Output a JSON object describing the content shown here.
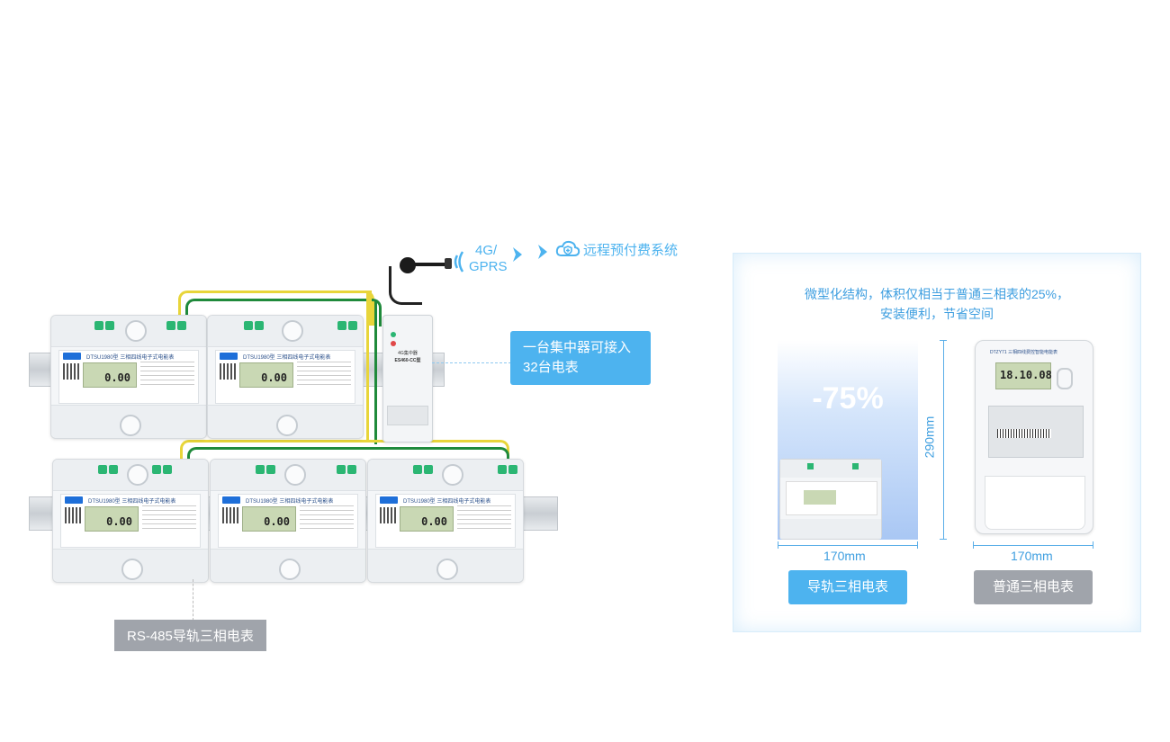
{
  "comm": {
    "signal_line1": "4G/",
    "signal_line2": "GPRS",
    "cloud_label": "远程预付费系统"
  },
  "concentrator": {
    "model": "4G集中器",
    "model_code": "ES460-CC型"
  },
  "callout_text_line1": "一台集中器可接入",
  "callout_text_line2": "32台电表",
  "bottom_tag": "RS-485导轨三相电表",
  "meters": [
    {
      "model": "DTSU1980型 三相四线电子式电能表",
      "display": "0.00"
    },
    {
      "model": "DTSU1980型 三相四线电子式电能表",
      "display": "0.00"
    },
    {
      "model": "DTSU1980型 三相四线电子式电能表",
      "display": "0.00"
    },
    {
      "model": "DTSU1980型 三相四线电子式电能表",
      "display": "0.00"
    },
    {
      "model": "DTSU1980型 三相四线电子式电能表",
      "display": "0.00"
    }
  ],
  "compare": {
    "desc_line1": "微型化结构，体积仅相当于普通三相表的25%，",
    "desc_line2": "安装便利，节省空间",
    "reduction": "-75%",
    "height_dim": "290mm",
    "width_dim_left": "170mm",
    "width_dim_right": "170mm",
    "left_label": "导轨三相电表",
    "right_label": "普通三相电表",
    "ordinary_meter_display": "18.10.08",
    "ordinary_meter_model": "DTZY71 三相四线费控智能电能表"
  },
  "colors": {
    "accent": "#4db3ef",
    "gray_tag": "#a0a4ab",
    "wire_yellow": "#e8d53a",
    "wire_green": "#1f8a3b"
  }
}
